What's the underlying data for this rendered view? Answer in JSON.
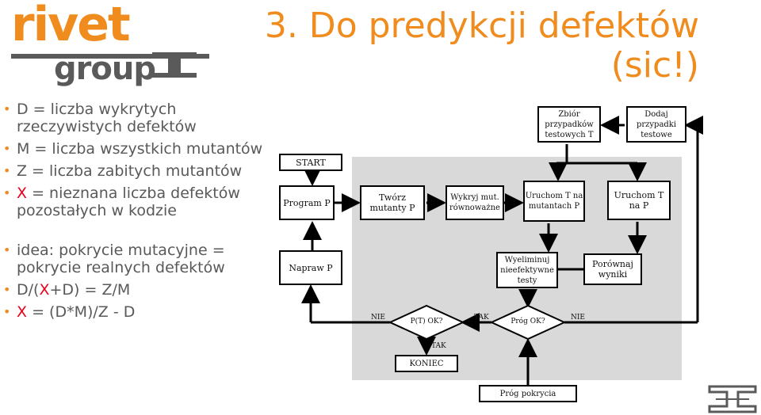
{
  "logo": {
    "word1": "rivet",
    "word2": "group"
  },
  "title": {
    "line1": "3. Do predykcji defektów",
    "line2": "(sic!)"
  },
  "bullets": [
    {
      "parts": [
        "D = liczba wykrytych rzeczywistych defektów"
      ]
    },
    {
      "parts": [
        "M = liczba wszystkich mutantów"
      ]
    },
    {
      "parts": [
        "Z = liczba zabitych mutantów"
      ]
    },
    {
      "red": "X",
      "rest": " = nieznana liczba defektów pozostałych w kodzie"
    },
    {
      "parts": [
        "idea: pokrycie mutacyjne = pokrycie realnych defektów"
      ]
    },
    {
      "pre": "D/(",
      "red": "X",
      "rest": "+D) = Z/M"
    },
    {
      "red": "X",
      "rest": " = (D*M)/Z - D"
    }
  ],
  "flowchart": {
    "nodes": {
      "start": "START",
      "program": "Program P",
      "tworz": "Twórz mutanty P",
      "wykryj": "Wykryj mut. równoważne",
      "uruchom_t": "Uruchom T na mutantach P",
      "uruchom_tp": "Uruchom T na P",
      "zbior": "Zbiór przypadków testowych T",
      "dodaj": "Dodaj przypadki testowe",
      "napraw": "Napraw P",
      "wyeliminuj": "Wyeliminuj nieefektywne testy",
      "porownaj": "Porównaj wyniki",
      "pt_ok": "P(T) OK?",
      "prog_ok": "Próg OK?",
      "koniec": "KONIEC",
      "prog_pokrycia": "Próg pokrycia"
    },
    "labels": {
      "nie_left": "NIE",
      "tak_mid": "TAK",
      "nie_right": "NIE",
      "tak_down": "TAK"
    }
  }
}
